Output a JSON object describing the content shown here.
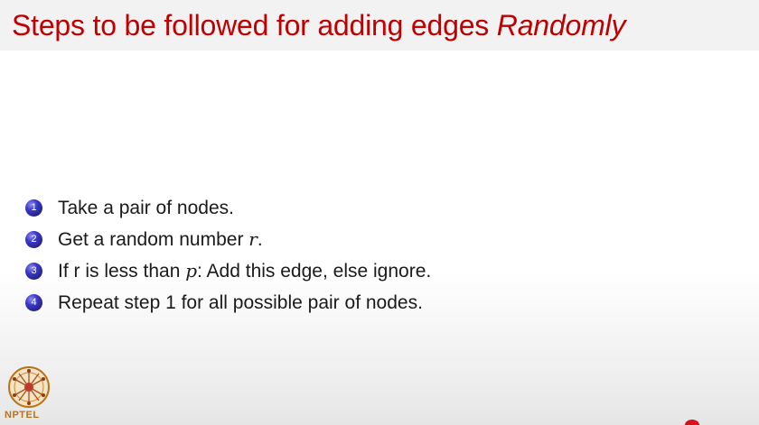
{
  "slide": {
    "title_main": "Steps to be followed for adding edges ",
    "title_emph": "Randomly"
  },
  "steps": [
    {
      "number": "1",
      "text": "Take a pair of nodes."
    },
    {
      "number": "2",
      "text_before": "Get a random number ",
      "math": "r",
      "text_after": "."
    },
    {
      "number": "3",
      "text_before": "If r is less than ",
      "math": "p",
      "text_after": ": Add this edge, else ignore."
    },
    {
      "number": "4",
      "text": "Repeat step 1 for all possible pair of nodes."
    }
  ],
  "logo": {
    "label": "NPTEL",
    "icon": "nptel-logo-icon"
  },
  "colors": {
    "title": "#c00000",
    "bullet": "#2a2ab0",
    "logo": "#b8741a"
  }
}
